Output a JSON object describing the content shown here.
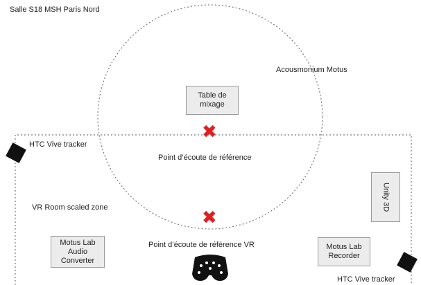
{
  "title": "Salle S18 MSH Paris Nord",
  "acousmonium_label": "Acousmonium Motus",
  "table_label": "Table de\nmixage",
  "reference_label": "Point d’écoute de référence",
  "reference_vr_label": "Point d’écoute de référence VR",
  "vr_zone_label": "VR Room scaled zone",
  "tracker_label_left": "HTC Vive tracker",
  "tracker_label_right": "HTC Vive tracker",
  "audio_converter_label": "Motus Lab\nAudio\nConverter",
  "recorder_label": "Motus Lab\nRecorder",
  "unity_label": "Unity 3D",
  "colors": {
    "marker": "#e02020",
    "box_fill": "#ececec",
    "box_border": "#9a9a9a",
    "dashed_line": "#777777"
  },
  "icons": {
    "reference_marker": "red-cross-icon",
    "vr_marker": "red-cross-icon",
    "headset": "vr-headset-icon",
    "tracker": "tracker-square-icon"
  }
}
